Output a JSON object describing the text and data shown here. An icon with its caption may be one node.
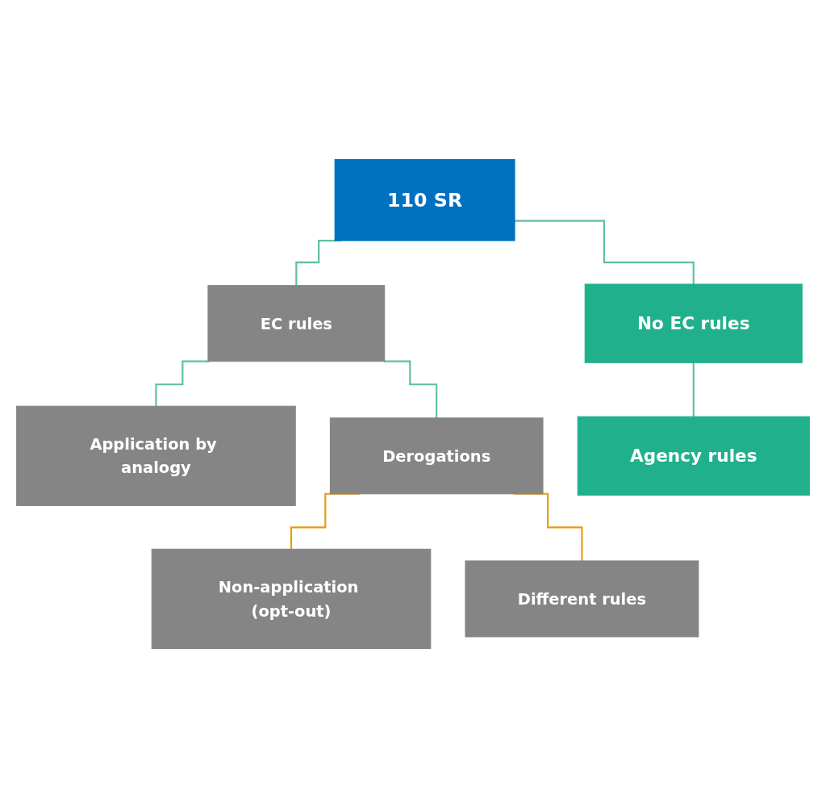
{
  "diagram": {
    "nodes": [
      {
        "text": [
          "110 SR"
        ]
      },
      {
        "text": [
          "EC rules"
        ]
      },
      {
        "text": [
          "No EC rules"
        ]
      },
      {
        "text": [
          "Application by analogy"
        ]
      },
      {
        "text": [
          "Derogations"
        ]
      },
      {
        "text": [
          "Agency rules"
        ]
      },
      {
        "text": [
          "Non-application (opt-out)"
        ]
      },
      {
        "text": [
          "Different rules"
        ]
      }
    ],
    "edges": [
      {
        "from": 0,
        "to": 1,
        "arrow": "none"
      },
      {
        "from": 0,
        "to": 2,
        "arrow": "none"
      },
      {
        "from": 1,
        "to": 3,
        "arrow": "none"
      },
      {
        "from": 1,
        "to": 4,
        "arrow": "none"
      },
      {
        "from": 2,
        "to": 5,
        "arrow": "none"
      },
      {
        "from": 4,
        "to": 6,
        "arrow": "none",
        "color": "#e89c0c"
      },
      {
        "from": 4,
        "to": 7,
        "arrow": "none",
        "color": "#e89c0c"
      }
    ]
  }
}
